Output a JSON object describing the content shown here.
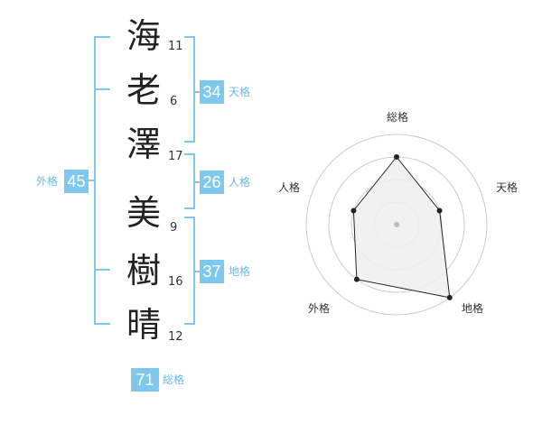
{
  "name": {
    "surname": [
      {
        "char": "海",
        "strokes": "11"
      },
      {
        "char": "老",
        "strokes": "6"
      },
      {
        "char": "澤",
        "strokes": "17"
      }
    ],
    "given": [
      {
        "char": "美",
        "strokes": "9"
      },
      {
        "char": "樹",
        "strokes": "16"
      },
      {
        "char": "晴",
        "strokes": "12"
      }
    ]
  },
  "fortune": {
    "tenkaku": {
      "value": "34",
      "label": "天格"
    },
    "jinkaku": {
      "value": "26",
      "label": "人格"
    },
    "chikaku": {
      "value": "37",
      "label": "地格"
    },
    "gaikaku": {
      "value": "45",
      "label": "外格"
    },
    "soukaku": {
      "value": "71",
      "label": "総格"
    }
  },
  "radar": {
    "axes": [
      "総格",
      "天格",
      "地格",
      "外格",
      "人格"
    ],
    "levels": 4,
    "values": [
      3,
      2,
      4,
      3,
      2
    ],
    "colors": {
      "fill": "#eeeeee",
      "stroke": "#222222",
      "grid": "#cccccc",
      "center": "#bbbbbb"
    }
  },
  "colors": {
    "accent": "#7ec8ee",
    "accent_text": "#6ab8e6"
  }
}
